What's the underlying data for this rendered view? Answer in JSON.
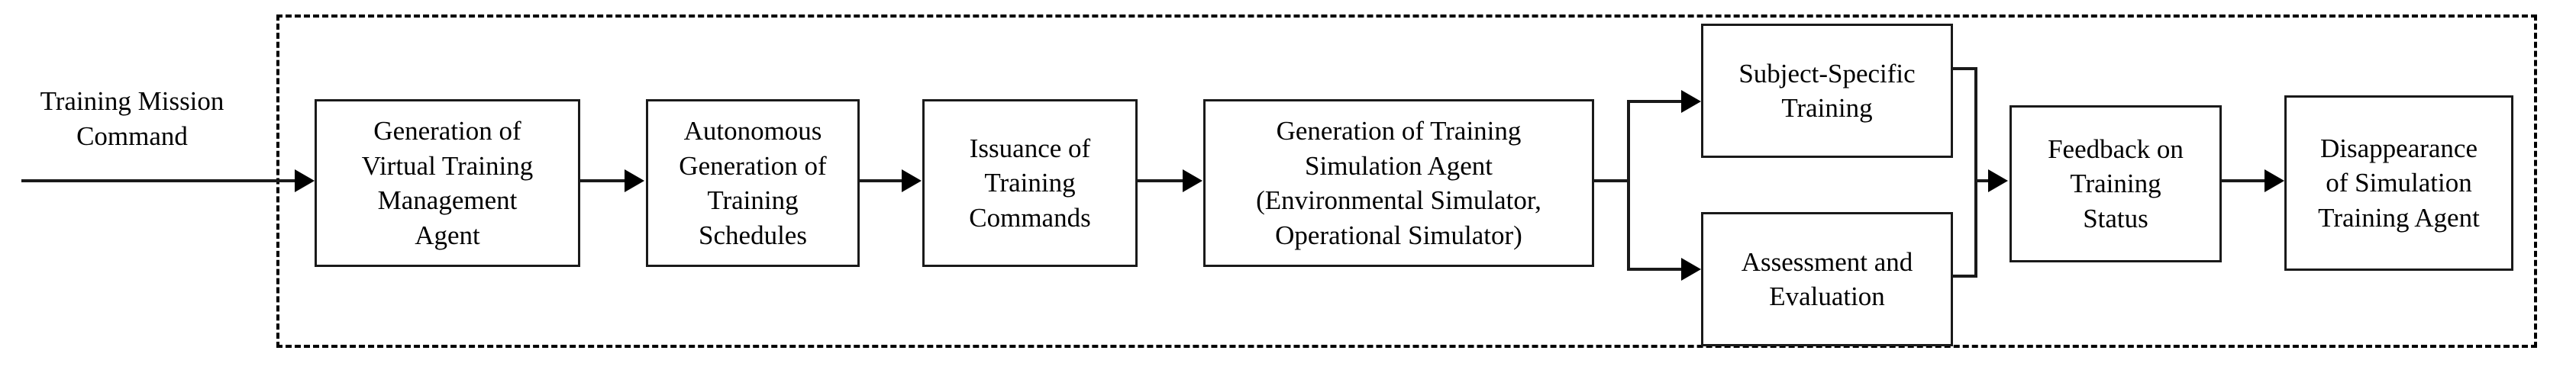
{
  "diagram": {
    "title_label": "Training Mission\nCommand",
    "boundary": {
      "name": "simulation-training-process-boundary",
      "style": "dashed"
    },
    "colors": {
      "stroke": "#1a1a1a",
      "text": "#000000",
      "background": "#ffffff"
    },
    "nodes": [
      {
        "id": "generation-virtual-training-management-agent",
        "label": "Generation of\nVirtual Training\nManagement\nAgent"
      },
      {
        "id": "autonomous-generation-training-schedules",
        "label": "Autonomous\nGeneration of\nTraining\nSchedules"
      },
      {
        "id": "issuance-training-commands",
        "label": "Issuance of\nTraining\nCommands"
      },
      {
        "id": "generation-training-simulation-agent",
        "label": "Generation of Training\nSimulation Agent\n(Environmental Simulator,\nOperational Simulator)"
      },
      {
        "id": "subject-specific-training",
        "label": "Subject-Specific\nTraining"
      },
      {
        "id": "assessment-and-evaluation",
        "label": "Assessment and\nEvaluation"
      },
      {
        "id": "feedback-on-training-status",
        "label": "Feedback on\nTraining\nStatus"
      },
      {
        "id": "disappearance-simulation-training-agent",
        "label": "Disappearance\nof Simulation\nTraining Agent"
      }
    ]
  }
}
